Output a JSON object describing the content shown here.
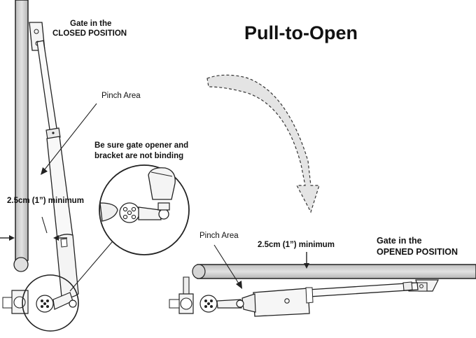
{
  "title": "Pull-to-Open",
  "closed": {
    "line1": "Gate in the",
    "line2": "CLOSED POSITION",
    "pinch_label": "Pinch Area",
    "clearance": "2.5cm (1”)  minimum"
  },
  "binding_note": {
    "line1": "Be sure gate opener and",
    "line2": "bracket are not binding"
  },
  "opened": {
    "line1": "Gate in the",
    "line2": "OPENED POSITION",
    "pinch_label": "Pinch Area",
    "clearance": "2.5cm (1”)  minimum"
  },
  "colors": {
    "line": "#222222",
    "gate_fill": "#d0d0d0",
    "arrow_fill": "#e4e4e4"
  }
}
